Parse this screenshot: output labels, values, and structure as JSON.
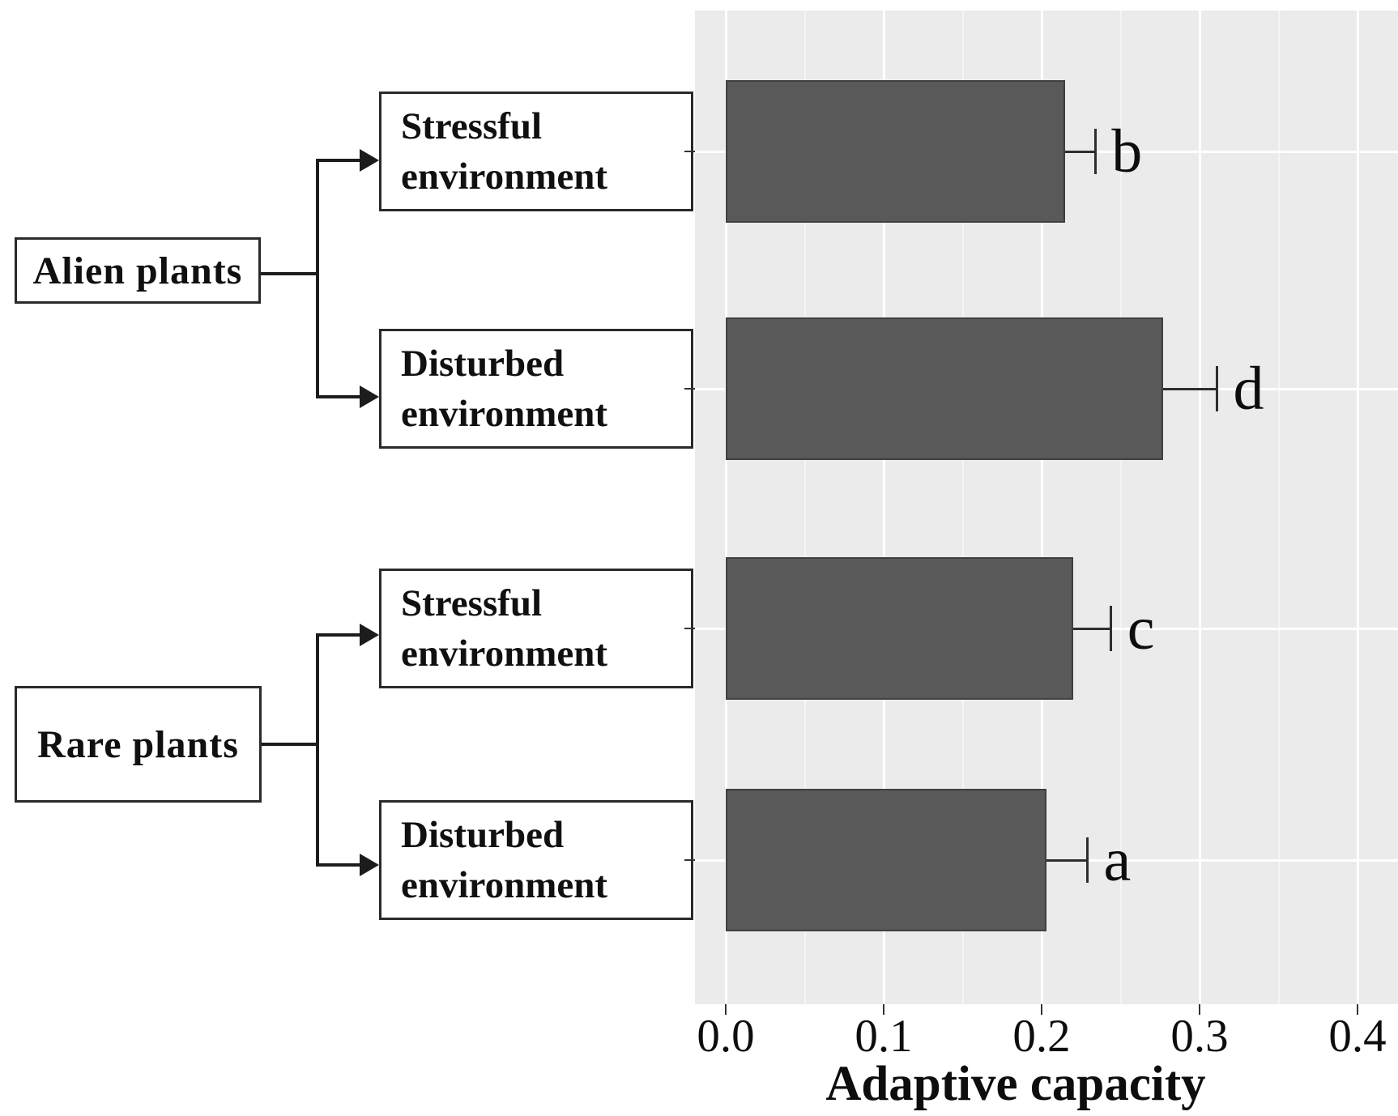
{
  "tree": {
    "groups": [
      {
        "label": "Alien plants",
        "children": [
          {
            "lines": [
              "Stressful",
              "environment"
            ]
          },
          {
            "lines": [
              "Disturbed",
              "environment"
            ]
          }
        ]
      },
      {
        "label": "Rare plants",
        "children": [
          {
            "lines": [
              "Stressful",
              "environment"
            ]
          },
          {
            "lines": [
              "Disturbed",
              "environment"
            ]
          }
        ]
      }
    ]
  },
  "chart_data": {
    "type": "bar",
    "orientation": "horizontal",
    "title": "",
    "xlabel": "Adaptive capacity",
    "ylabel": "",
    "x_ticks": [
      "0.0",
      "0.1",
      "0.2",
      "0.3",
      "0.4"
    ],
    "x_tick_values": [
      0,
      0.1,
      0.2,
      0.3,
      0.4
    ],
    "x_minor_values": [
      0.05,
      0.15,
      0.25,
      0.35
    ],
    "xlim": [
      -0.02,
      0.425
    ],
    "grid": "major white + minor lighter, gray panel (ggplot style)",
    "legend": "none",
    "panel_background": "#ebebeb",
    "major_grid_color": "#ffffff",
    "minor_grid_color": "#f5f5f5",
    "bar_fill": "#595959",
    "bar_border": "#3f3f3f",
    "error_color": "#2e2e2e",
    "categories": [
      "Alien plants / Stressful environment",
      "Alien plants / Disturbed environment",
      "Rare plants / Stressful environment",
      "Rare plants / Disturbed environment"
    ],
    "values": [
      0.215,
      0.277,
      0.22,
      0.203
    ],
    "error_upper": [
      0.234,
      0.311,
      0.244,
      0.229
    ],
    "sig_letters": [
      "b",
      "d",
      "c",
      "a"
    ]
  }
}
